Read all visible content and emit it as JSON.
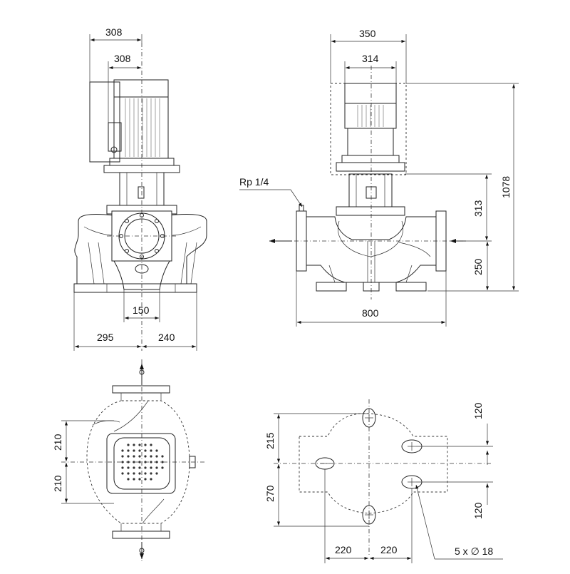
{
  "dimensions": {
    "side_motor_width_outer": "308",
    "side_motor_width_inner": "308",
    "side_flange_center": "150",
    "side_left_base": "295",
    "side_right_base": "240",
    "front_motor_width_outer": "350",
    "front_motor_width_inner": "314",
    "front_thread_label": "Rp 1/4",
    "front_total_height": "1078",
    "front_upper_height": "313",
    "front_lower_height": "250",
    "front_length": "800",
    "top_upper_offset": "210",
    "top_lower_offset": "210",
    "base_top_offset": "215",
    "base_bottom_offset": "270",
    "base_right_upper": "120",
    "base_right_lower": "120",
    "base_left_spacing": "220",
    "base_right_spacing": "220",
    "hole_callout": "5 x  ∅ 18"
  }
}
